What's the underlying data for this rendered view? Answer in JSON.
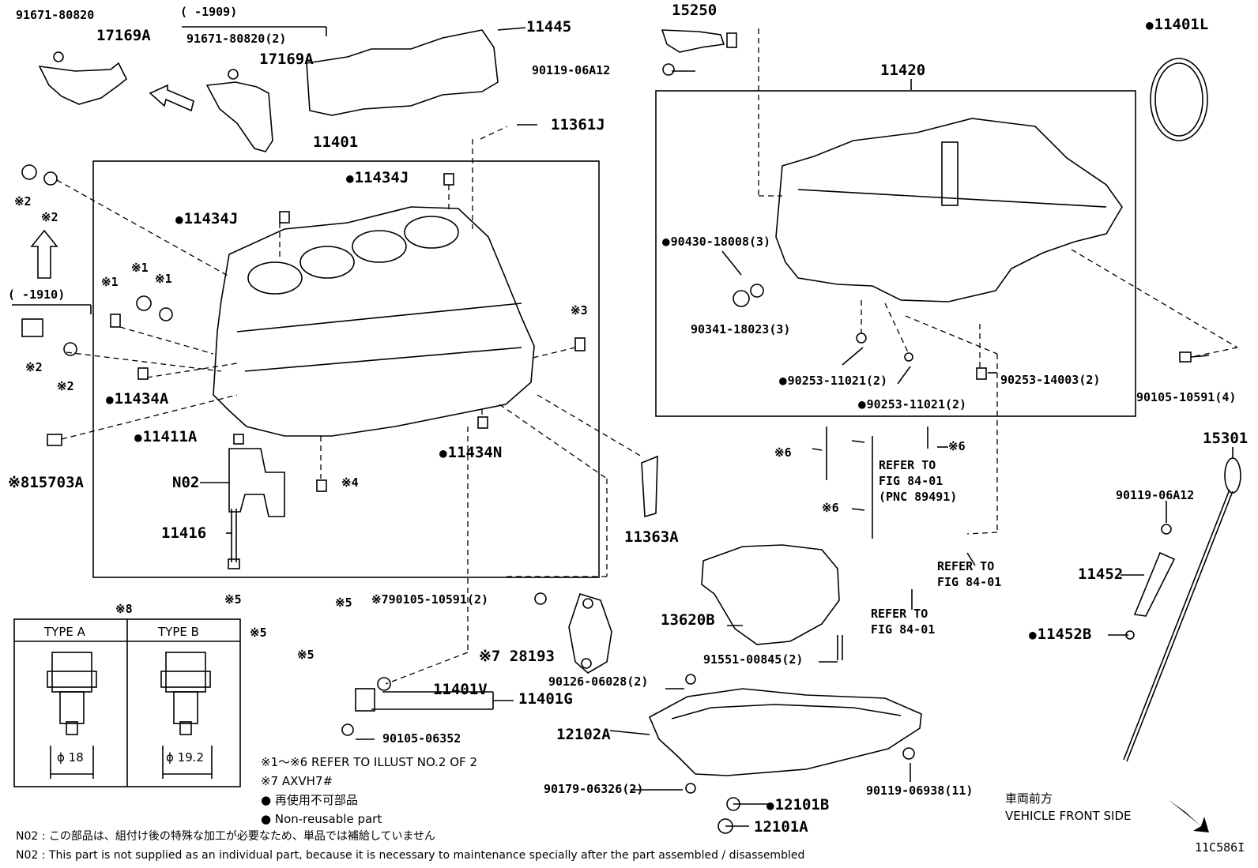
{
  "diagram_id": "11C586I",
  "labels": {
    "p91671_a": "91671-80820",
    "p17169a_a": "17169A",
    "bracket_range_1": "(   -1909)",
    "p91671_b": "91671-80820(2)",
    "p17169a_b": "17169A",
    "p11445": "11445",
    "p15250": "15250",
    "p90119_06a12_top": "90119-06A12",
    "p11401l": "11401L",
    "p11361j": "11361J",
    "p11401": "11401",
    "p11420": "11420",
    "p11434j_a": "11434J",
    "p11434j_b": "11434J",
    "mark1_a": "※1",
    "mark1_b": "※1",
    "mark1_c": "※1",
    "mark2_a": "※2",
    "mark2_b": "※2",
    "mark2_c": "※2",
    "mark2_d": "※2",
    "bracket_range_2": "(   -1910)",
    "mark3": "※3",
    "p11434a": "11434A",
    "p11411a": "11411A",
    "p11434n": "11434N",
    "mark4": "※4",
    "p15703a": "※815703A",
    "n02": "N02",
    "p11416": "11416",
    "p11363a": "11363A",
    "p90430": "90430-18008(3)",
    "p90341": "90341-18023(3)",
    "p90253_a": "90253-11021(2)",
    "p90253_b": "90253-11021(2)",
    "p90253_c": "90253-14003(2)",
    "p90105_10591_4": "90105-10591(4)",
    "p15301": "15301",
    "p90119_06a12_right": "90119-06A12",
    "p11452": "11452",
    "p11452b": "11452B",
    "mark6_a": "※6",
    "mark6_b": "※6",
    "mark6_c": "※6",
    "refer1_l1": "REFER TO",
    "refer1_l2": "FIG 84-01",
    "refer1_l3": "(PNC 89491)",
    "refer2_l1": "REFER TO",
    "refer2_l2": "FIG 84-01",
    "refer3_l1": "REFER TO",
    "refer3_l2": "FIG 84-01",
    "p13620b": "13620B",
    "p91551": "91551-00845(2)",
    "mark5_a": "※5",
    "mark5_b": "※5",
    "mark5_c": "※5",
    "mark5_d": "※5",
    "p90105_10591_2": "※790105-10591(2)",
    "p28193": "※7 28193",
    "p11401v": "11401V",
    "p11401g": "11401G",
    "p90105_06352": "90105-06352",
    "p90126": "90126-06028(2)",
    "p12102a": "12102A",
    "p90179": "90179-06326(2)",
    "p90119_06938": "90119-06938(11)",
    "p12101b": "12101B",
    "p12101a": "12101A"
  },
  "legend": {
    "title": "※8",
    "type_a": "TYPE A",
    "type_b": "TYPE B",
    "dia_a": "ϕ 18",
    "dia_b": "ϕ 19.2"
  },
  "notes": {
    "refer_illust": "※1～※6  REFER TO ILLUST NO.2 OF 2",
    "axvh7": "※7 AXVH7#",
    "nonreusable_jp": "● 再使用不可部品",
    "nonreusable_en": "● Non-reusable part",
    "n02_jp": "N02 : この部品は、組付け後の特殊な加工が必要なため、単品では補給していません",
    "n02_en": "N02 : This part is not supplied as an individual part, because it is necessary to maintenance specially after the part assembled / disassembled",
    "front_jp": "車両前方",
    "front_en": "VEHICLE FRONT SIDE"
  }
}
